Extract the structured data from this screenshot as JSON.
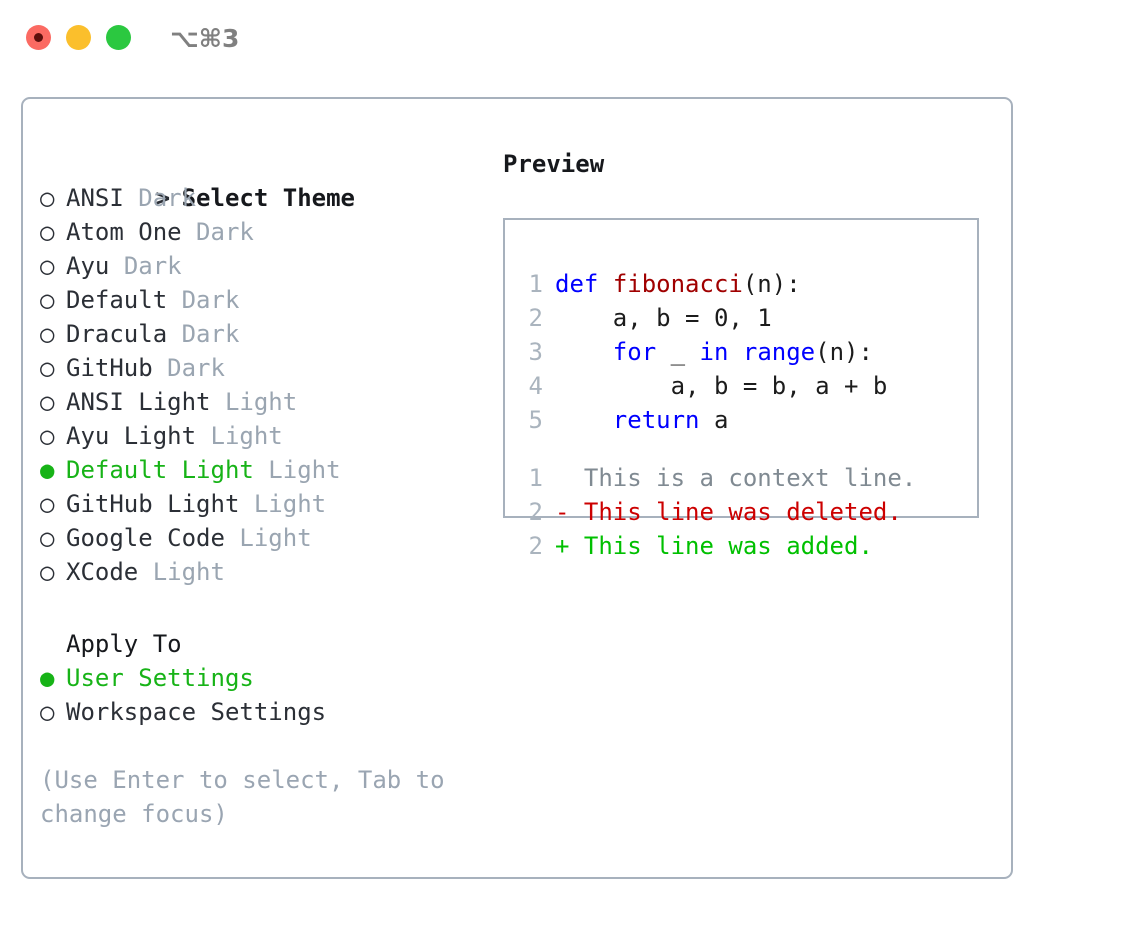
{
  "titlebar": {
    "shortcut": "⌥⌘3",
    "buttons": {
      "close": "close",
      "minimize": "minimize",
      "maximize": "maximize"
    }
  },
  "theme_list": {
    "heading_marker": ">",
    "heading": "Select Theme",
    "items": [
      {
        "marker": "○",
        "label": "ANSI",
        "tag": "Dark",
        "selected": false
      },
      {
        "marker": "○",
        "label": "Atom One",
        "tag": "Dark",
        "selected": false
      },
      {
        "marker": "○",
        "label": "Ayu",
        "tag": "Dark",
        "selected": false
      },
      {
        "marker": "○",
        "label": "Default",
        "tag": "Dark",
        "selected": false
      },
      {
        "marker": "○",
        "label": "Dracula",
        "tag": "Dark",
        "selected": false
      },
      {
        "marker": "○",
        "label": "GitHub",
        "tag": "Dark",
        "selected": false
      },
      {
        "marker": "○",
        "label": "ANSI Light",
        "tag": "Light",
        "selected": false
      },
      {
        "marker": "○",
        "label": "Ayu Light",
        "tag": "Light",
        "selected": false
      },
      {
        "marker": "●",
        "label": "Default Light",
        "tag": "Light",
        "selected": true
      },
      {
        "marker": "○",
        "label": "GitHub Light",
        "tag": "Light",
        "selected": false
      },
      {
        "marker": "○",
        "label": "Google Code",
        "tag": "Light",
        "selected": false
      },
      {
        "marker": "○",
        "label": "XCode",
        "tag": "Light",
        "selected": false
      }
    ]
  },
  "apply_to": {
    "title": "Apply To",
    "items": [
      {
        "marker": "●",
        "label": "User Settings",
        "selected": true
      },
      {
        "marker": "○",
        "label": "Workspace Settings",
        "selected": false
      }
    ]
  },
  "hint": "(Use Enter to select, Tab to\nchange focus)",
  "preview": {
    "title": "Preview",
    "code_lines": [
      {
        "num": "1",
        "tokens": [
          {
            "t": "def",
            "c": "kw"
          },
          {
            "t": " ",
            "c": "pl"
          },
          {
            "t": "fibonacci",
            "c": "fn"
          },
          {
            "t": "(n):",
            "c": "pl"
          }
        ]
      },
      {
        "num": "2",
        "tokens": [
          {
            "t": "    a, b = 0, 1",
            "c": "pl"
          }
        ]
      },
      {
        "num": "3",
        "tokens": [
          {
            "t": "    ",
            "c": "pl"
          },
          {
            "t": "for",
            "c": "kw"
          },
          {
            "t": " _ ",
            "c": "pl"
          },
          {
            "t": "in",
            "c": "kw"
          },
          {
            "t": " ",
            "c": "pl"
          },
          {
            "t": "range",
            "c": "kw"
          },
          {
            "t": "(n):",
            "c": "pl"
          }
        ]
      },
      {
        "num": "4",
        "tokens": [
          {
            "t": "        a, b = b, a + b",
            "c": "pl"
          }
        ]
      },
      {
        "num": "5",
        "tokens": [
          {
            "t": "    ",
            "c": "pl"
          },
          {
            "t": "return",
            "c": "kw"
          },
          {
            "t": " a",
            "c": "pl"
          }
        ]
      }
    ],
    "diff_lines": [
      {
        "num": "1",
        "sign": " ",
        "text": " This is a context line.",
        "kind": "d-ctx"
      },
      {
        "num": "2",
        "sign": "-",
        "text": " This line was deleted.",
        "kind": "d-del"
      },
      {
        "num": "2",
        "sign": "+",
        "text": " This line was added.",
        "kind": "d-add"
      }
    ]
  },
  "colors": {
    "accent_green": "#17b317",
    "muted": "#9aa5b1",
    "keyword_blue": "#0000ff",
    "function_red": "#a00000",
    "diff_delete": "#cc0000",
    "diff_add": "#00c000",
    "border": "#a7b1bd"
  }
}
